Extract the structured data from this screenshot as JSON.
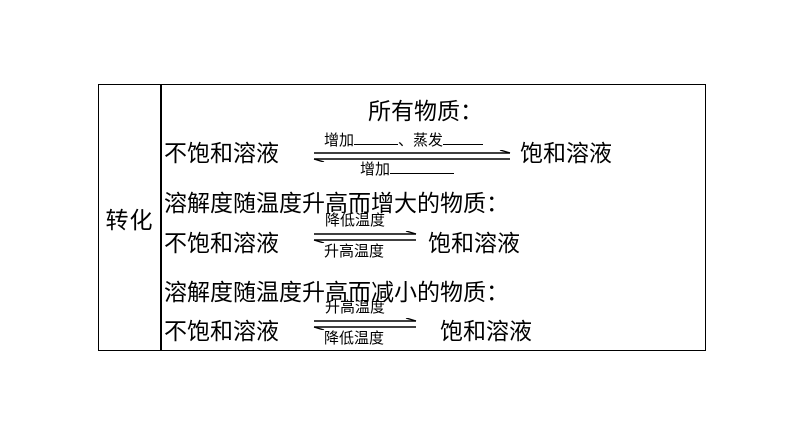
{
  "row_label": "转化",
  "section_all": {
    "heading": "所有物质：",
    "left": "不饱和溶液",
    "right": "饱和溶液",
    "forward_prefix": "增加",
    "forward_middle": "、蒸发",
    "reverse_prefix": "增加"
  },
  "section_increase": {
    "heading": "溶解度随温度升高而增大的物质：",
    "left": "不饱和溶液",
    "right": "饱和溶液",
    "forward": "降低温度",
    "reverse": "升高温度"
  },
  "section_decrease": {
    "heading": "溶解度随温度升高而减小的物质：",
    "left": "不饱和溶液",
    "right": "饱和溶液",
    "forward": "升高温度",
    "reverse": "降低温度"
  }
}
